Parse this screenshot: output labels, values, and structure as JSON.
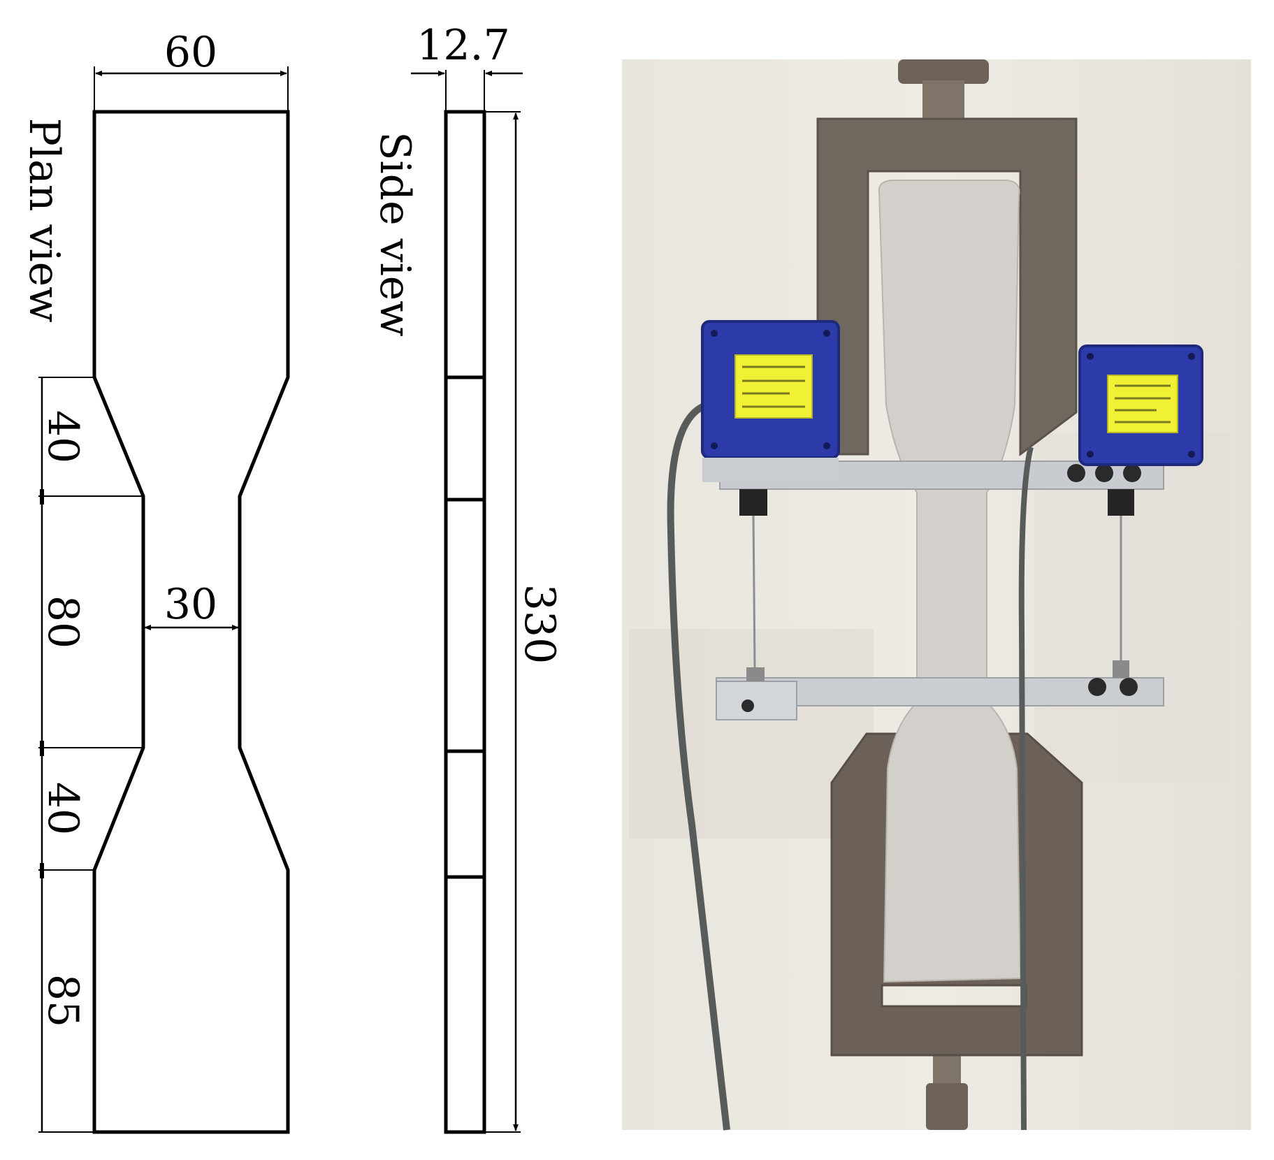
{
  "plan_view": {
    "label": "Plan view",
    "width_top": "60",
    "neck_width": "30",
    "segment_lengths": [
      "40",
      "80",
      "40",
      "85"
    ]
  },
  "side_view": {
    "label": "Side view",
    "thickness": "12.7",
    "total_length": "330"
  },
  "photo": {
    "sensor_left_icon": "lvdt-sensor-icon",
    "sensor_right_icon": "lvdt-sensor-icon"
  },
  "colors": {
    "line": "#000000",
    "wall": "#e7e4dc",
    "concrete": "#d4d0cb",
    "steel": "#6f6761",
    "sensor_blue": "#2c3aa8",
    "sensor_label": "#f2f236",
    "bracket": "#c9ccd0",
    "cable": "#555a58"
  }
}
